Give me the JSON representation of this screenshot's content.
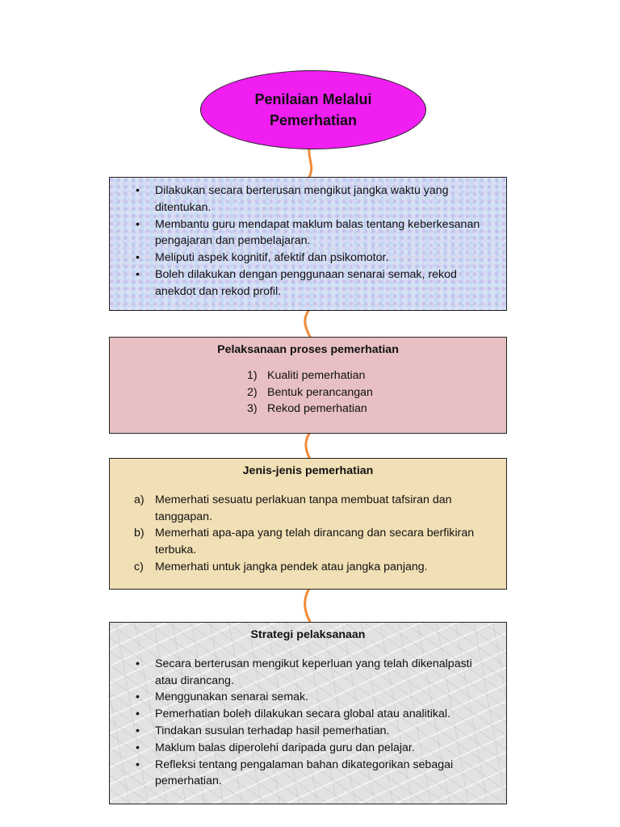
{
  "header": {
    "title": "Penilaian Melalui Pemerhatian"
  },
  "box1": {
    "items": [
      "Dilakukan secara berterusan mengikut jangka waktu yang ditentukan.",
      "Membantu guru mendapat maklum balas tentang keberkesanan pengajaran dan pembelajaran.",
      "Meliputi aspek kognitif, afektif dan psikomotor.",
      "Boleh dilakukan dengan penggunaan senarai semak, rekod anekdot dan rekod profil."
    ]
  },
  "box2": {
    "title": "Pelaksanaan proses pemerhatian",
    "items": [
      {
        "num": "1)",
        "text": "Kualiti pemerhatian"
      },
      {
        "num": "2)",
        "text": "Bentuk perancangan"
      },
      {
        "num": "3)",
        "text": "Rekod pemerhatian"
      }
    ]
  },
  "box3": {
    "title": "Jenis-jenis pemerhatian",
    "items": [
      {
        "label": "a)",
        "text": "Memerhati sesuatu perlakuan tanpa membuat tafsiran dan tanggapan."
      },
      {
        "label": "b)",
        "text": "Memerhati apa-apa yang telah dirancang dan secara berfikiran terbuka."
      },
      {
        "label": "c)",
        "text": "Memerhati untuk jangka pendek atau jangka panjang."
      }
    ]
  },
  "box4": {
    "title": "Strategi pelaksanaan",
    "items": [
      "Secara berterusan mengikut keperluan yang telah dikenalpasti atau dirancang.",
      "Menggunakan senarai semak.",
      "Pemerhatian boleh dilakukan secara global atau analitikal.",
      "Tindakan susulan terhadap hasil pemerhatian.",
      "Maklum balas diperolehi daripada guru dan pelajar.",
      "Refleksi tentang pengalaman bahan dikategorikan sebagai pemerhatian."
    ]
  },
  "bullet_glyph": "•",
  "colors": {
    "ellipse": "#f01ef0",
    "connector": "#f08a3a",
    "box1": "#d6e2f4",
    "box2": "#e8c0c4",
    "box3": "#f1dfb5",
    "box4": "#e2e2e2"
  }
}
